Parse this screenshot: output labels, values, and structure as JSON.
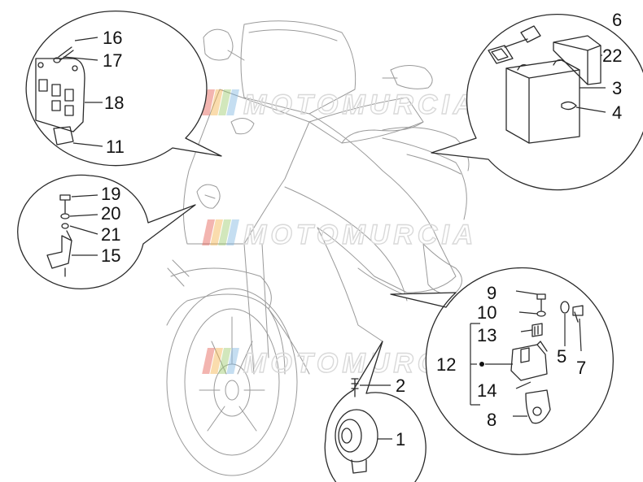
{
  "watermark": {
    "text": "MOTOMURCIA"
  },
  "labels": {
    "p1": "1",
    "p2": "2",
    "p3": "3",
    "p4": "4",
    "p5": "5",
    "p6": "6",
    "p7": "7",
    "p8": "8",
    "p9": "9",
    "p10": "10",
    "p11": "11",
    "p12": "12",
    "p13": "13",
    "p14": "14",
    "p15": "15",
    "p16": "16",
    "p17": "17",
    "p18": "18",
    "p19": "19",
    "p20": "20",
    "p21": "21",
    "p22": "22"
  },
  "colors": {
    "line": "#2a2a2a",
    "watermark": "#d9d9d9",
    "logo_red": "#e45b4f",
    "logo_orange": "#f3b14a",
    "logo_green": "#9bc96b",
    "logo_blue": "#7fb6e0"
  }
}
